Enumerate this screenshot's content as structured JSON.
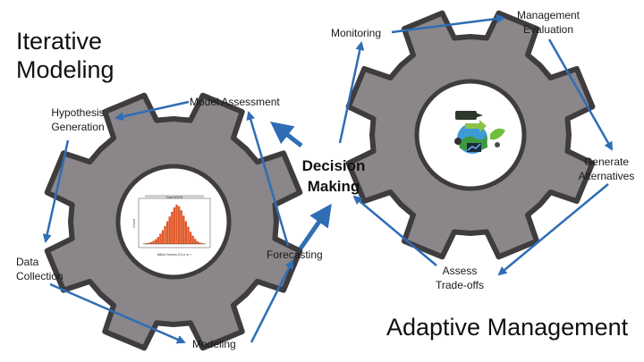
{
  "titles": {
    "left_line1": "Iterative",
    "left_line2": "Modeling",
    "right": "Adaptive Management"
  },
  "center": {
    "line1": "Decision",
    "line2": "Making"
  },
  "iterative_steps": {
    "model_assessment": "Model Assessment",
    "hypothesis_line1": "Hypothesis",
    "hypothesis_line2": "Generation",
    "data_line1": "Data",
    "data_line2": "Collection",
    "modeling": "Modeling",
    "forecasting": "Forecasting"
  },
  "adaptive_steps": {
    "monitoring": "Monitoring",
    "mgmt_line1": "Management",
    "mgmt_line2": "Evaluation",
    "generate_line1": "Generate",
    "generate_line2": "Alternatives",
    "assess_line1": "Assess",
    "assess_line2": "Trade-offs"
  },
  "histogram_inset": {
    "title": "Total NGHG",
    "xlabel": "Million Tonnes CO₂e yr⁻¹",
    "ylabel": "Count",
    "bins": [
      1,
      2,
      3,
      5,
      8,
      12,
      18,
      26,
      35,
      46,
      58,
      70,
      82,
      93,
      100,
      96,
      86,
      72,
      58,
      44,
      31,
      21,
      13,
      7,
      4,
      2,
      1
    ]
  },
  "colors": {
    "gear_fill": "#8a8689",
    "gear_stroke": "#3e3c3e",
    "arrow": "#2f6db5",
    "hist_bar": "#e0592a"
  },
  "icons": {
    "left_gear": "gear-icon",
    "right_gear": "gear-icon",
    "right_hub": "environment-management-icon"
  }
}
